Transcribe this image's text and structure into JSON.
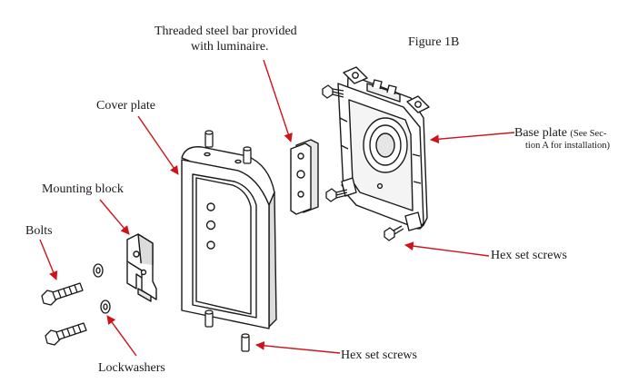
{
  "figure_title": "Figure 1B",
  "labels": {
    "threaded_bar_line1": "Threaded steel bar provided",
    "threaded_bar_line2": "with luminaire.",
    "cover_plate": "Cover plate",
    "mounting_block": "Mounting block",
    "bolts": "Bolts",
    "lockwashers": "Lockwashers",
    "base_plate_main": "Base plate",
    "base_plate_note1": "(See Sec-",
    "base_plate_note2": "tion A for installation)",
    "hex_set_screws_right": "Hex set screws",
    "hex_set_screws_bottom": "Hex set screws"
  },
  "colors": {
    "leader_arrow": "#d0121b",
    "line_art": "#1a1a1a",
    "text": "#1a1a1a"
  }
}
